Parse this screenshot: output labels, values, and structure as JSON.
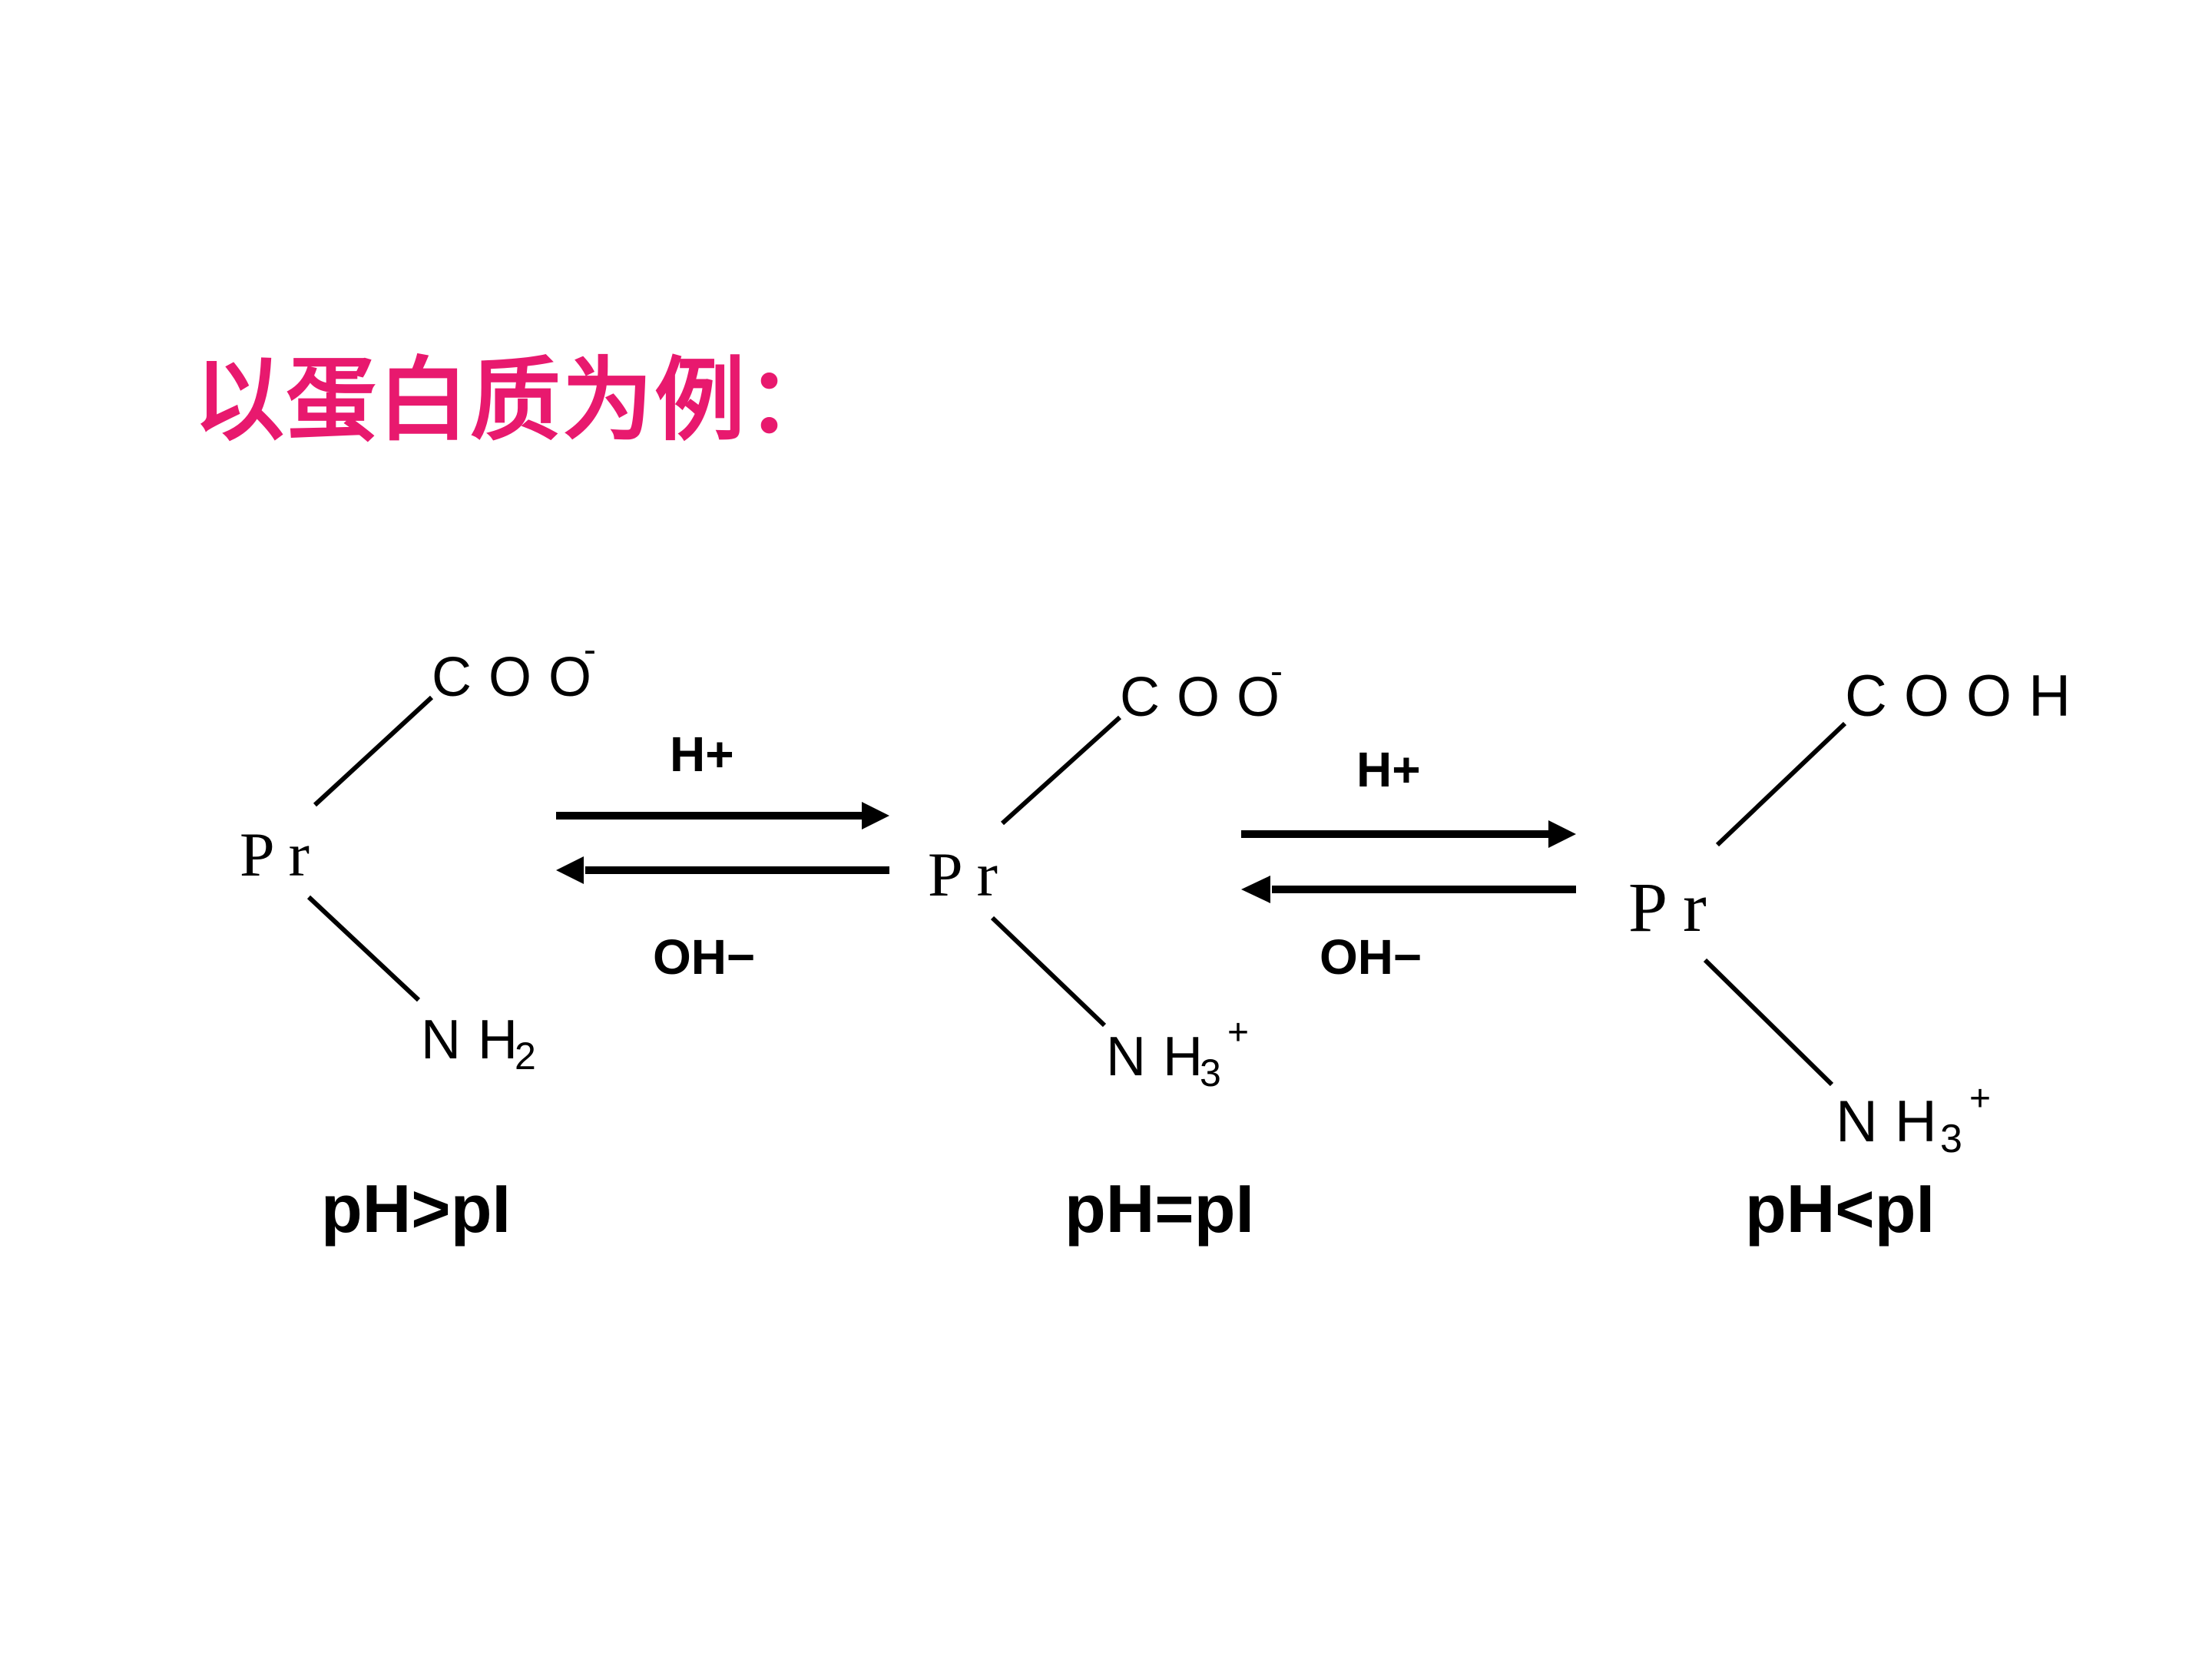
{
  "slide": {
    "title": "以蛋白质为例：",
    "title_color": "#e8196e",
    "text_color": "#000000",
    "background": "#ffffff"
  },
  "molecules": [
    {
      "core": "Pr",
      "top_group": "COO",
      "top_charge": "-",
      "bottom_group": "NH",
      "bottom_subscript": "2",
      "bottom_charge": "",
      "condition": "pH>pI"
    },
    {
      "core": "Pr",
      "top_group": "COO",
      "top_charge": "-",
      "bottom_group": "NH",
      "bottom_subscript": "3",
      "bottom_charge": "+",
      "condition": "pH=pI"
    },
    {
      "core": "Pr",
      "top_group": "COOH",
      "top_charge": "",
      "bottom_group": "NH",
      "bottom_subscript": "3",
      "bottom_charge": "+",
      "condition": "pH<pI"
    }
  ],
  "equilibria": [
    {
      "forward_label": "H+",
      "reverse_label": "OH−"
    },
    {
      "forward_label": "H+",
      "reverse_label": "OH−"
    }
  ]
}
